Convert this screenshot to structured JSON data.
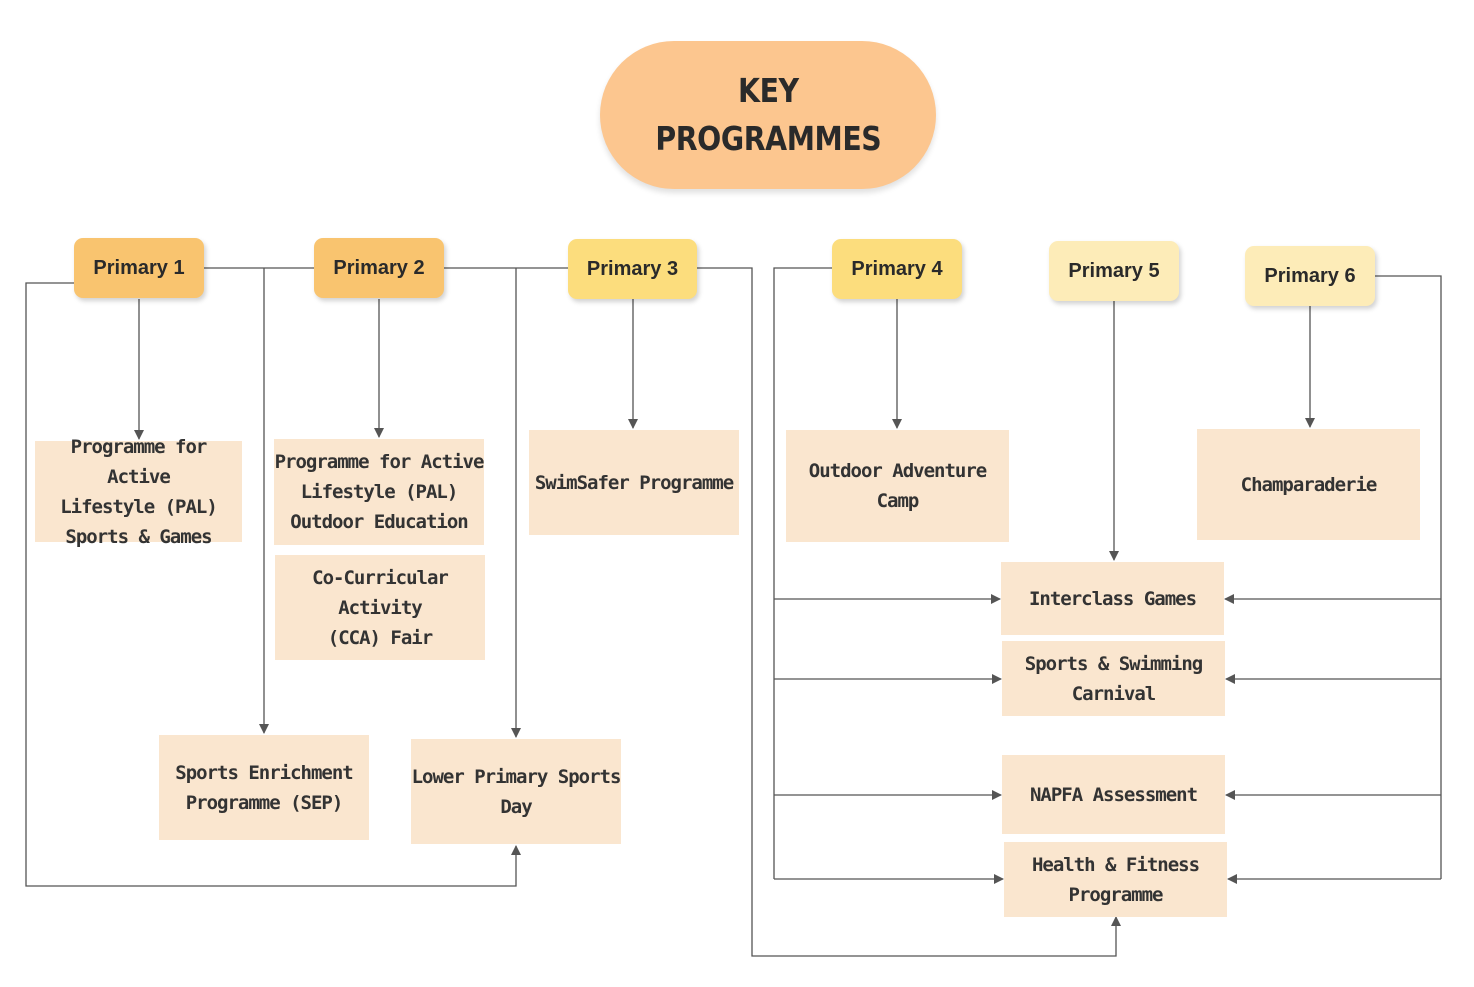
{
  "title": "KEY\nPROGRAMMES",
  "levels": {
    "p1": "Primary 1",
    "p2": "Primary 2",
    "p3": "Primary 3",
    "p4": "Primary 4",
    "p5": "Primary 5",
    "p6": "Primary 6"
  },
  "level_colors": {
    "p1": "#f9c46f",
    "p2": "#f9c46f",
    "p3": "#fcdd7d",
    "p4": "#fcdd7d",
    "p5": "#fdecb8",
    "p6": "#fdecb8"
  },
  "programmes": {
    "p1_pal": "Programme for Active\nLifestyle (PAL)\nSports & Games",
    "p2_pal": "Programme for Active\nLifestyle (PAL)\nOutdoor Education",
    "cca_fair": "Co-Curricular Activity\n(CCA) Fair",
    "swimsafer": "SwimSafer Programme",
    "outdoor_camp": "Outdoor Adventure Camp",
    "champaraderie": "Champaraderie",
    "sep": "Sports Enrichment\nProgramme (SEP)",
    "lower_primary_sports_day": "Lower Primary Sports\nDay",
    "interclass_games": "Interclass Games",
    "sports_swimming_carnival": "Sports & Swimming\nCarnival",
    "napfa": "NAPFA Assessment",
    "health_fitness": "Health & Fitness\nProgramme"
  },
  "colors": {
    "title_fill": "#fcc68f",
    "programme_fill": "#fae6cf",
    "connector": "#555555"
  }
}
